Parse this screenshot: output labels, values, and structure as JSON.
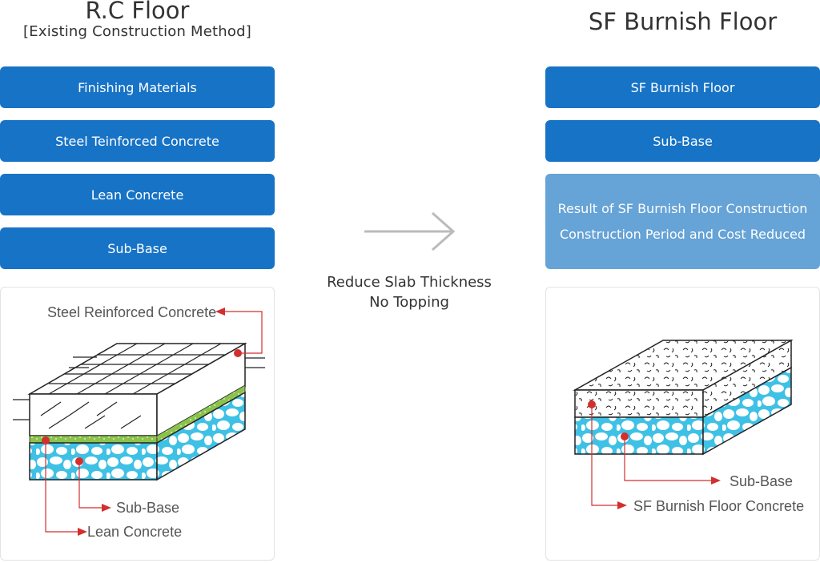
{
  "left": {
    "title": "R.C Floor",
    "subtitle": "[Existing Construction Method]",
    "layers": [
      "Finishing Materials",
      "Steel Teinforced Concrete",
      "Lean Concrete",
      "Sub-Base"
    ],
    "diagram": {
      "label_top": "Steel Reinforced Concrete",
      "label_sub_base": "Sub-Base",
      "label_lean": "Lean Concrete"
    }
  },
  "middle": {
    "line1": "Reduce Slab Thickness",
    "line2": "No Topping"
  },
  "right": {
    "title": "SF Burnish Floor",
    "layers": [
      "SF Burnish Floor",
      "Sub-Base"
    ],
    "result_line1": "Result of SF Burnish Floor Construction",
    "result_line2": "Construction Period and Cost Reduced",
    "diagram": {
      "label_sub_base": "Sub-Base",
      "label_sf": "SF Burnish Floor Concrete"
    }
  },
  "colors": {
    "blue_bar": "#1773c6",
    "light_bar": "#66a3d6",
    "cyan_fill": "#3fc1e6",
    "green_layer": "#8bc34a",
    "red_marker": "#d32f2f"
  }
}
